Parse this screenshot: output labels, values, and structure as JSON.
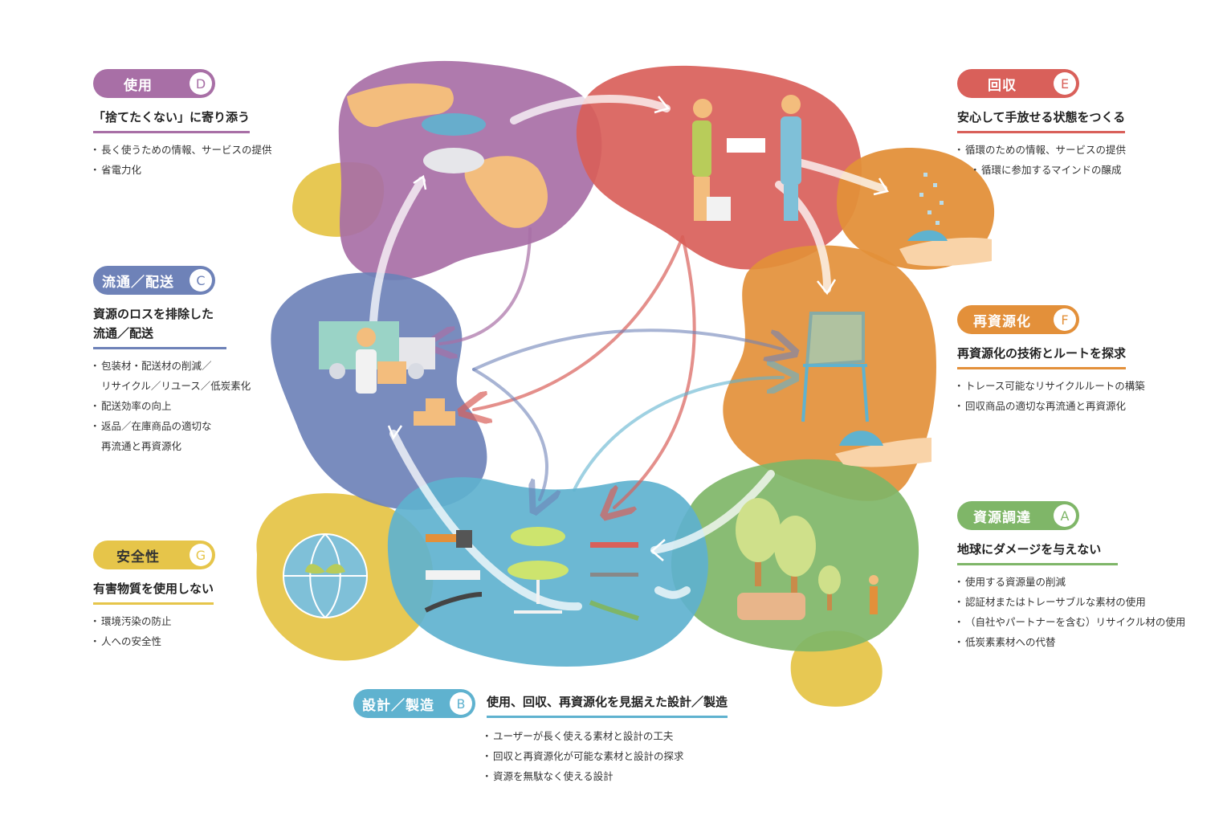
{
  "colors": {
    "D": "#a86fa6",
    "E": "#d9605a",
    "F": "#e3903a",
    "A": "#7fb668",
    "B": "#5fb2cf",
    "C": "#6e82b8",
    "G": "#e6c54a"
  },
  "stages": {
    "D": {
      "label": "使用",
      "letter": "D",
      "headline": "「捨てたくない」に寄り添う",
      "bullets": [
        "長く使うための情報、サービスの提供",
        "省電力化"
      ]
    },
    "E": {
      "label": "回収",
      "letter": "E",
      "headline": "安心して手放せる状態をつくる",
      "bullets": [
        "循環のための情報、サービスの提供",
        "循環に参加するマインドの醸成"
      ]
    },
    "C": {
      "label": "流通／配送",
      "letter": "C",
      "headline_lines": [
        "資源のロスを排除した",
        "流通／配送"
      ],
      "bullets": [
        "包装材・配送材の削減／",
        "リサイクル／リユース／低炭素化",
        "配送効率の向上",
        "返品／在庫商品の適切な",
        "再流通と再資源化"
      ]
    },
    "F": {
      "label": "再資源化",
      "letter": "F",
      "headline": "再資源化の技術とルートを探求",
      "bullets": [
        "トレース可能なリサイクルルートの構築",
        "回収商品の適切な再流通と再資源化"
      ]
    },
    "A": {
      "label": "資源調達",
      "letter": "A",
      "headline": "地球にダメージを与えない",
      "bullets": [
        "使用する資源量の削減",
        "認証材またはトレーサブルな素材の使用",
        "（自社やパートナーを含む）リサイクル材の使用",
        "低炭素素材への代替"
      ]
    },
    "G": {
      "label": "安全性",
      "letter": "G",
      "headline": "有害物質を使用しない",
      "bullets": [
        "環境汚染の防止",
        "人への安全性"
      ]
    },
    "B": {
      "label": "設計／製造",
      "letter": "B",
      "headline": "使用、回収、再資源化を見据えた設計／製造",
      "bullets": [
        "ユーザーが長く使える素材と設計の工夫",
        "回収と再資源化が可能な素材と設計の探求",
        "資源を無駄なく使える設計"
      ]
    }
  }
}
